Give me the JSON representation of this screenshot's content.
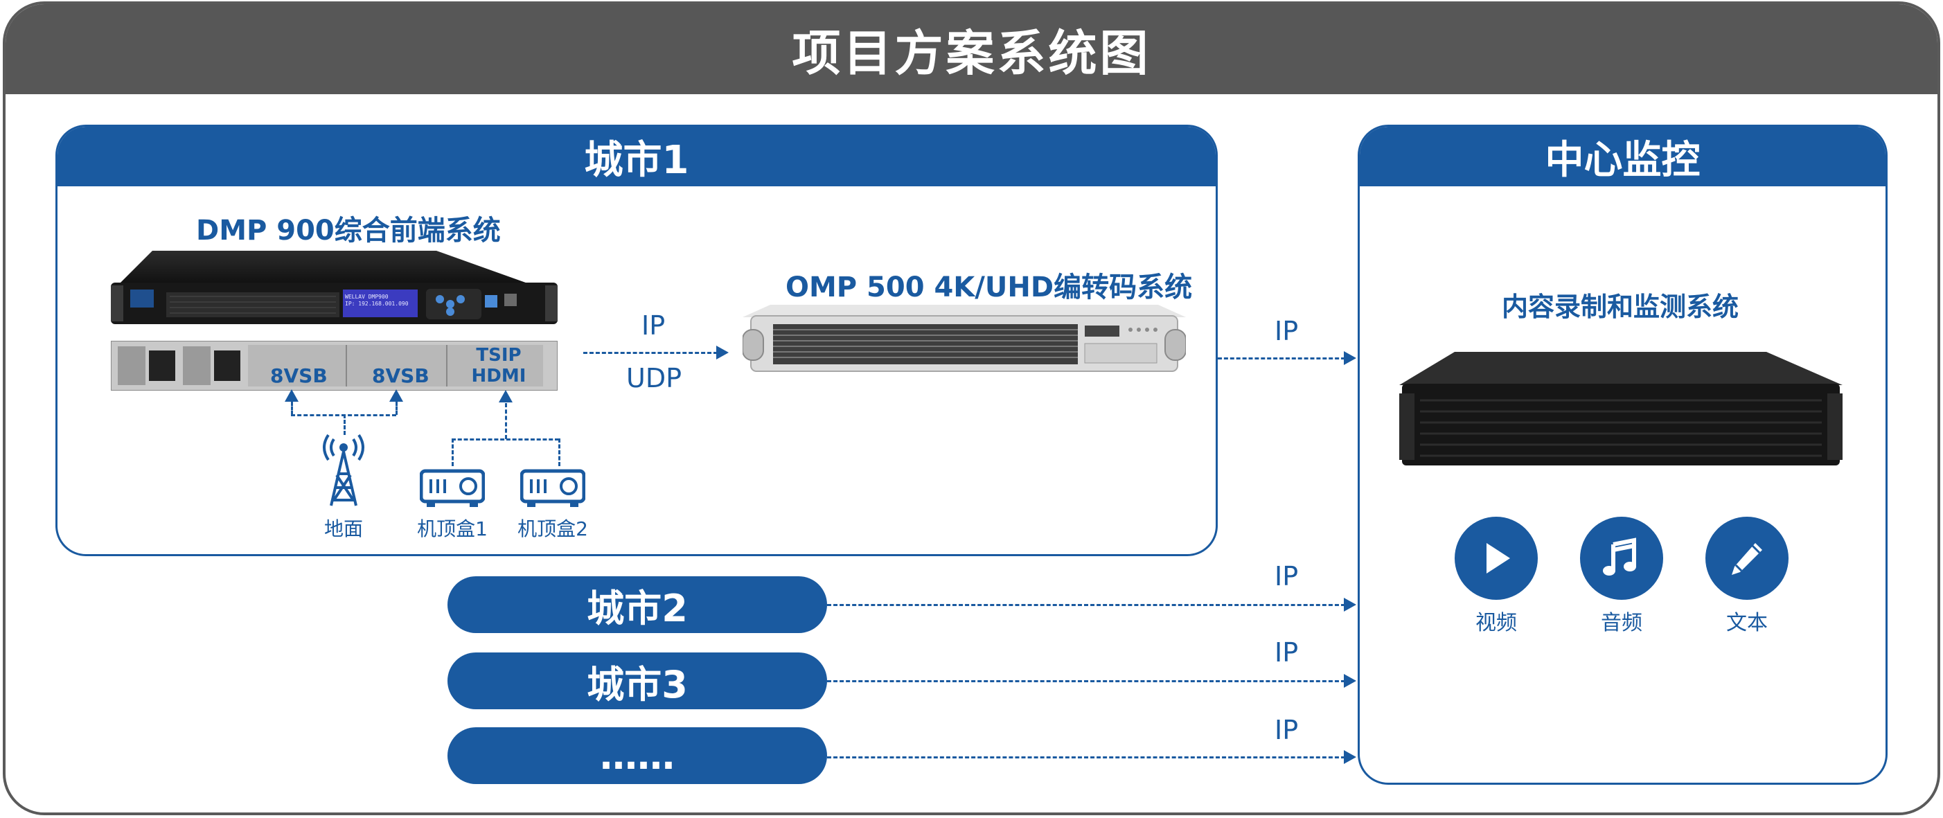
{
  "title": "项目方案系统图",
  "city1": {
    "header": "城市1",
    "dmp_title": "DMP 900综合前端系统",
    "dmp_lcd_line1": "WELLAV DMP900",
    "dmp_lcd_line2": "IP: 192.168.001.090",
    "slot1": "8VSB",
    "slot2": "8VSB",
    "slot3_line1": "TSIP",
    "slot3_line2": "HDMI",
    "source_antenna": "地面",
    "source_stb1": "机顶盒1",
    "source_stb2": "机顶盒2",
    "link_top": "IP",
    "link_bottom": "UDP",
    "omp_title": "OMP 500 4K/UHD编转码系统"
  },
  "link_city1_center": "IP",
  "cities": [
    {
      "label": "城市2",
      "link": "IP"
    },
    {
      "label": "城市3",
      "link": "IP"
    },
    {
      "label": "……",
      "link": "IP"
    }
  ],
  "center": {
    "header": "中心监控",
    "system_title": "内容录制和监测系统",
    "icons": [
      {
        "icon": "play-icon",
        "label": "视频"
      },
      {
        "icon": "music-note-icon",
        "label": "音频"
      },
      {
        "icon": "pencil-icon",
        "label": "文本"
      }
    ]
  },
  "colors": {
    "header_gray": "#575757",
    "brand_blue": "#1a5aa0"
  }
}
